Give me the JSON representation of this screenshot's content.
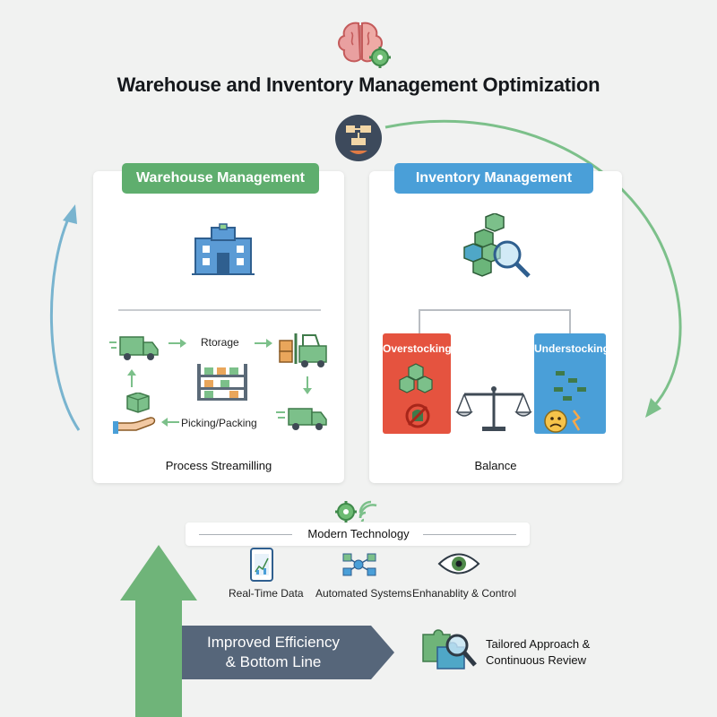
{
  "title": "Warehouse and Inventory Management Optimization",
  "colors": {
    "green": "#5fae6e",
    "blue": "#4a9fd8",
    "red": "#e5533f",
    "slate": "#56667a",
    "arrow_blue": "#79b4cf",
    "arrow_green": "#7cc08a"
  },
  "warehouse": {
    "header": "Warehouse Management",
    "steps": {
      "storage": "Rtorage",
      "picking": "Picking/Packing"
    },
    "footer": "Process Streamilling"
  },
  "inventory": {
    "header": "Inventory Management",
    "over": "Overstocking",
    "under": "Understocking",
    "footer": "Balance"
  },
  "tech": {
    "header": "Modern Technology",
    "items": [
      {
        "label": "Real-Time Data",
        "icon": "tablet-chart-icon"
      },
      {
        "label": "Automated Systems",
        "icon": "network-icon"
      },
      {
        "label": "Enhanablity & Control",
        "icon": "eye-icon"
      }
    ]
  },
  "result": {
    "line1": "Improved Efficiency",
    "line2": "& Bottom Line"
  },
  "tailored": {
    "line1": "Tailored Approach &",
    "line2": "Continuous Review"
  }
}
